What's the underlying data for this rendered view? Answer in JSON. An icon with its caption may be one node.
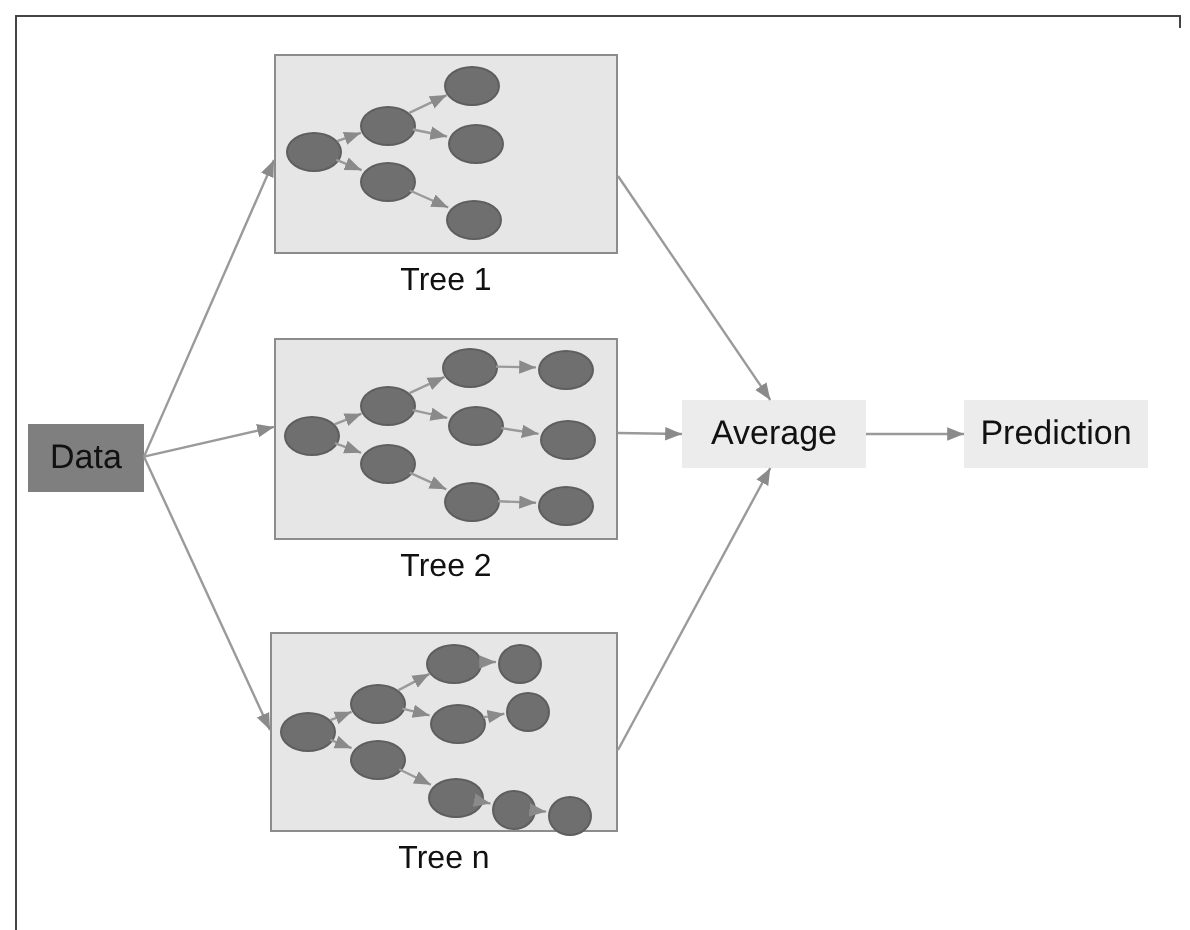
{
  "diagram": {
    "nodes": [
      {
        "text": [
          "Data"
        ]
      },
      {
        "text": [
          "Tree 1"
        ]
      },
      {
        "text": [],
        "shape": "circle",
        "in": 1
      },
      {
        "text": [],
        "shape": "circle",
        "in": 1
      },
      {
        "text": [],
        "shape": "circle",
        "in": 1
      },
      {
        "text": [],
        "shape": "circle",
        "in": 1
      },
      {
        "text": [],
        "shape": "circle",
        "in": 1
      },
      {
        "text": [],
        "shape": "circle",
        "in": 1
      },
      {
        "text": [
          "Tree 2"
        ]
      },
      {
        "text": [],
        "shape": "circle",
        "in": 8
      },
      {
        "text": [],
        "shape": "circle",
        "in": 8
      },
      {
        "text": [],
        "shape": "circle",
        "in": 8
      },
      {
        "text": [],
        "shape": "circle",
        "in": 8
      },
      {
        "text": [],
        "shape": "circle",
        "in": 8
      },
      {
        "text": [],
        "shape": "circle",
        "in": 8
      },
      {
        "text": [],
        "shape": "circle",
        "in": 8
      },
      {
        "text": [],
        "shape": "circle",
        "in": 8
      },
      {
        "text": [],
        "shape": "circle",
        "in": 8
      },
      {
        "text": [
          "Tree n"
        ]
      },
      {
        "text": [],
        "shape": "circle",
        "in": 18
      },
      {
        "text": [],
        "shape": "circle",
        "in": 18
      },
      {
        "text": [],
        "shape": "circle",
        "in": 18
      },
      {
        "text": [],
        "shape": "circle",
        "in": 18
      },
      {
        "text": [],
        "shape": "circle",
        "in": 18
      },
      {
        "text": [],
        "shape": "circle",
        "in": 18
      },
      {
        "text": [],
        "shape": "circle",
        "in": 18
      },
      {
        "text": [],
        "shape": "circle",
        "in": 18
      },
      {
        "text": [],
        "shape": "circle",
        "in": 18
      },
      {
        "text": [],
        "shape": "circle",
        "in": 18
      },
      {
        "text": [
          "Average"
        ]
      },
      {
        "text": [
          "Prediction"
        ]
      }
    ],
    "edges": [
      {
        "from": 0,
        "to": 1,
        "arrow": "to"
      },
      {
        "from": 0,
        "to": 8,
        "arrow": "to"
      },
      {
        "from": 0,
        "to": 18,
        "arrow": "to"
      },
      {
        "from": 2,
        "to": 3,
        "arrow": "to"
      },
      {
        "from": 2,
        "to": 4,
        "arrow": "to"
      },
      {
        "from": 3,
        "to": 5,
        "arrow": "to"
      },
      {
        "from": 3,
        "to": 6,
        "arrow": "to"
      },
      {
        "from": 4,
        "to": 7,
        "arrow": "to"
      },
      {
        "from": 9,
        "to": 10,
        "arrow": "to"
      },
      {
        "from": 9,
        "to": 11,
        "arrow": "to"
      },
      {
        "from": 10,
        "to": 12,
        "arrow": "to"
      },
      {
        "from": 10,
        "to": 13,
        "arrow": "to"
      },
      {
        "from": 11,
        "to": 14,
        "arrow": "to"
      },
      {
        "from": 12,
        "to": 15,
        "arrow": "to"
      },
      {
        "from": 13,
        "to": 16,
        "arrow": "to"
      },
      {
        "from": 14,
        "to": 17,
        "arrow": "to"
      },
      {
        "from": 19,
        "to": 20,
        "arrow": "to"
      },
      {
        "from": 19,
        "to": 21,
        "arrow": "to"
      },
      {
        "from": 20,
        "to": 22,
        "arrow": "to"
      },
      {
        "from": 20,
        "to": 23,
        "arrow": "to"
      },
      {
        "from": 21,
        "to": 24,
        "arrow": "to"
      },
      {
        "from": 22,
        "to": 25,
        "arrow": "to"
      },
      {
        "from": 23,
        "to": 26,
        "arrow": "to"
      },
      {
        "from": 24,
        "to": 27,
        "arrow": "to"
      },
      {
        "from": 27,
        "to": 28,
        "arrow": "to"
      },
      {
        "from": 1,
        "to": 29,
        "arrow": "to"
      },
      {
        "from": 8,
        "to": 29,
        "arrow": "to"
      },
      {
        "from": 18,
        "to": 29,
        "arrow": "to"
      },
      {
        "from": 29,
        "to": 30,
        "arrow": "to"
      }
    ]
  }
}
